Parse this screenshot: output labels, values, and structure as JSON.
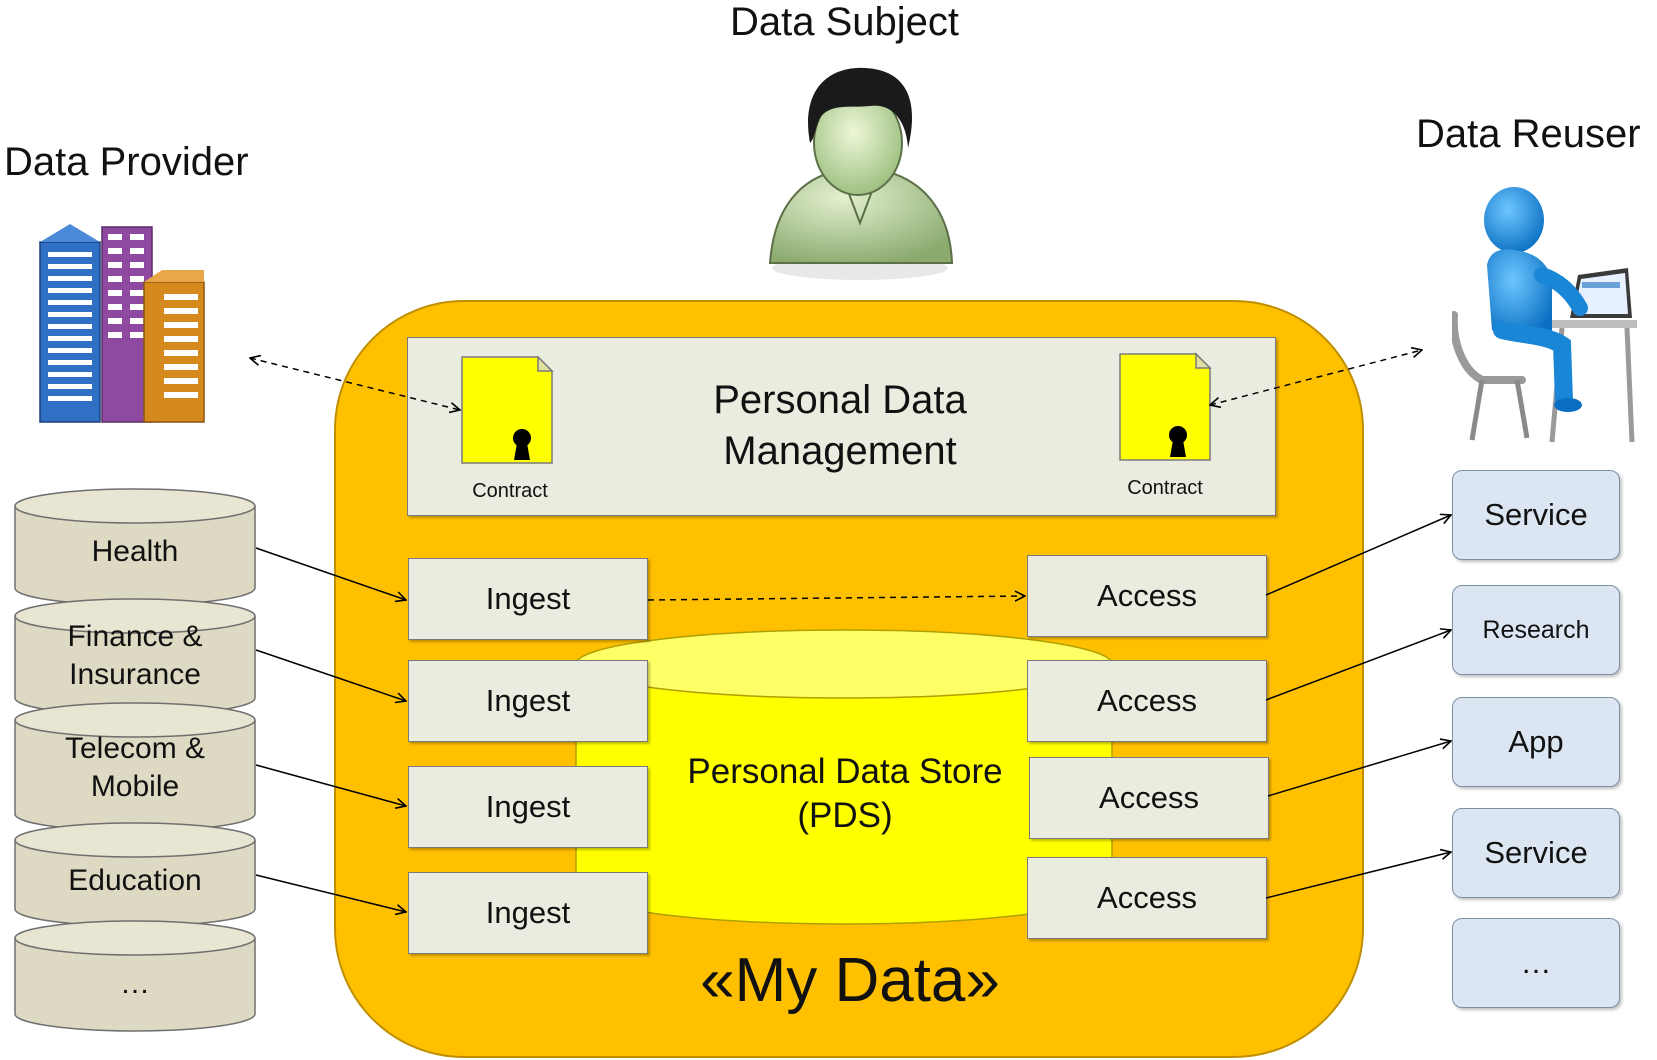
{
  "headings": {
    "data_subject": "Data Subject",
    "data_provider": "Data Provider",
    "data_reuser": "Data Reuser"
  },
  "management": {
    "title_line1": "Personal Data",
    "title_line2": "Management",
    "contract_left": "Contract",
    "contract_right": "Contract"
  },
  "pds": {
    "line1": "Personal Data Store",
    "line2": "(PDS)"
  },
  "my_data": "«My Data»",
  "ingest": [
    "Ingest",
    "Ingest",
    "Ingest",
    "Ingest"
  ],
  "access": [
    "Access",
    "Access",
    "Access",
    "Access"
  ],
  "providers": [
    {
      "line1": "Health",
      "line2": ""
    },
    {
      "line1": "Finance &",
      "line2": "Insurance"
    },
    {
      "line1": "Telecom &",
      "line2": "Mobile"
    },
    {
      "line1": "Education",
      "line2": ""
    },
    {
      "line1": "…",
      "line2": ""
    }
  ],
  "reusers": [
    "Service",
    "Research",
    "App",
    "Service",
    "…"
  ],
  "colors": {
    "my_data_fill": "#ffc000",
    "pds_fill": "#ffff00",
    "box_fill": "#e9ecdf",
    "provider_db_fill": "#ddd9c3",
    "reuser_fill": "#dce6f2",
    "contract_fill": "#ffff00"
  },
  "icons": [
    "person-icon",
    "buildings-icon",
    "laptop-user-icon",
    "seal-icon"
  ]
}
